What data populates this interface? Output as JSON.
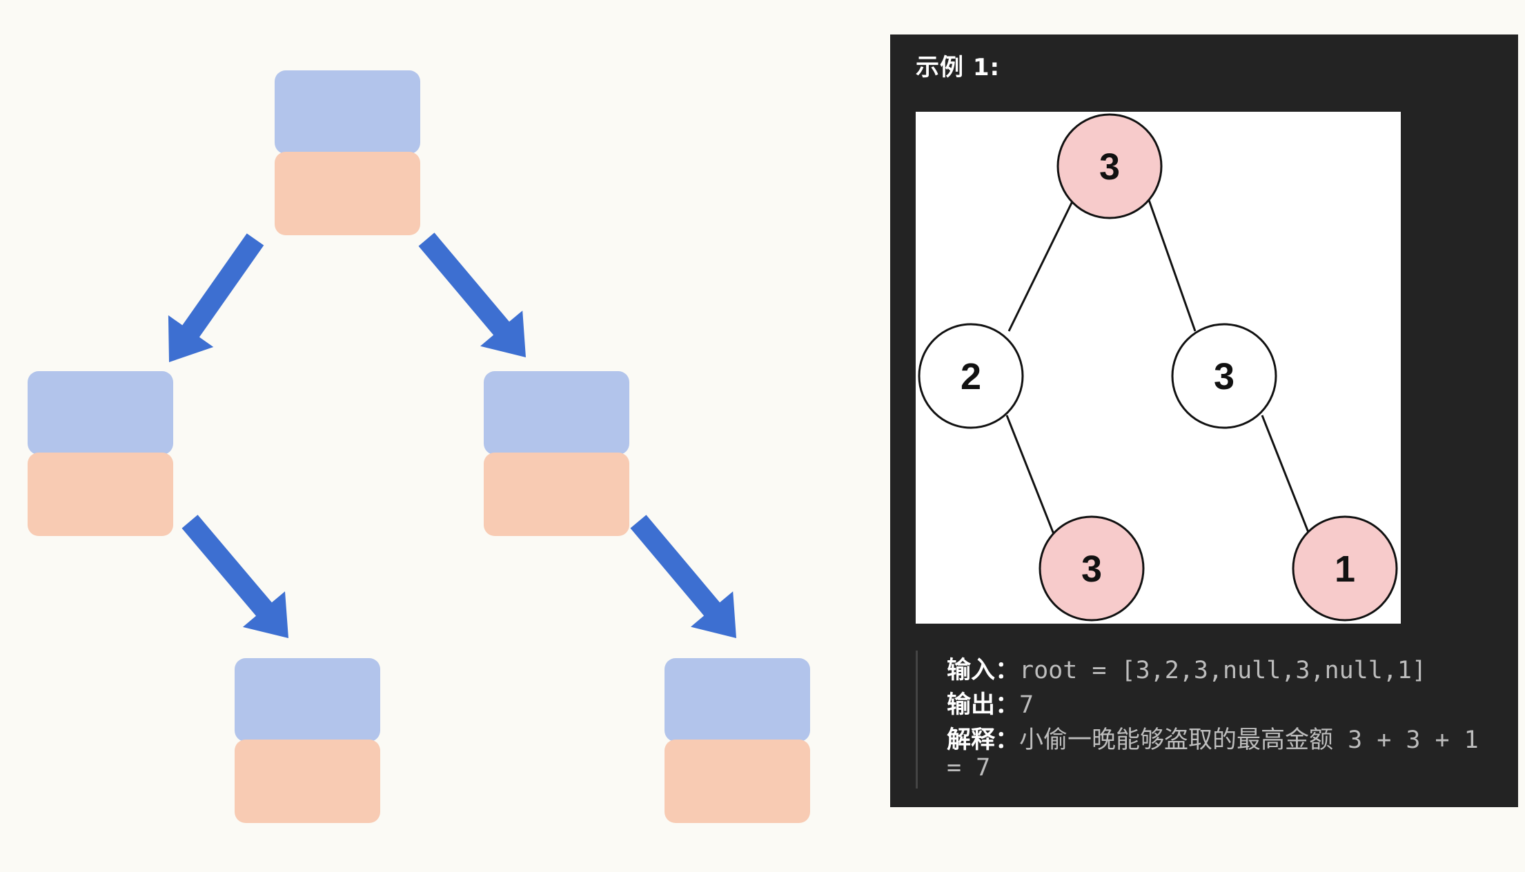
{
  "example": {
    "title": "示例 1:",
    "tree": {
      "nodes": [
        {
          "id": "root",
          "value": "3",
          "highlight": true
        },
        {
          "id": "left",
          "value": "2",
          "highlight": false
        },
        {
          "id": "right",
          "value": "3",
          "highlight": false
        },
        {
          "id": "left-right",
          "value": "3",
          "highlight": true
        },
        {
          "id": "right-right",
          "value": "1",
          "highlight": true
        }
      ]
    },
    "input_label": "输入：",
    "input_value": "root = [3,2,3,null,3,null,1]",
    "output_label": "输出：",
    "output_value": "7",
    "explain_label": "解释：",
    "explain_text": "小偷一晚能够盗取的最高金额",
    "explain_expr": " 3 + 3 + 1",
    "explain_cont": "= 7"
  },
  "colors": {
    "block_top": "#b2c4eb",
    "block_bottom": "#f8cbb3",
    "arrow": "#3d6fd1",
    "highlight_node": "#f7cbcb",
    "panel_bg": "#232323",
    "page_bg": "#fbfaf5"
  }
}
